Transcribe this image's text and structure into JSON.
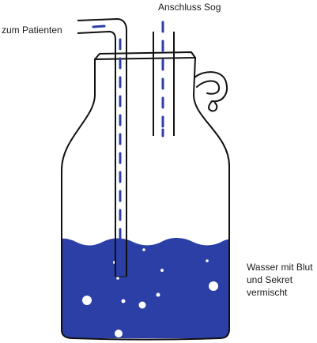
{
  "labels": {
    "patient": "zum Patienten",
    "suction": "Anschluss Sog",
    "water_line1": "Wasser mit Blut",
    "water_line2": "und Sekret",
    "water_line3": "vermischt"
  },
  "colors": {
    "liquid": "#2b3fa6",
    "outline": "#111111",
    "dash": "#2b3fa6",
    "bubble": "#ffffff"
  }
}
